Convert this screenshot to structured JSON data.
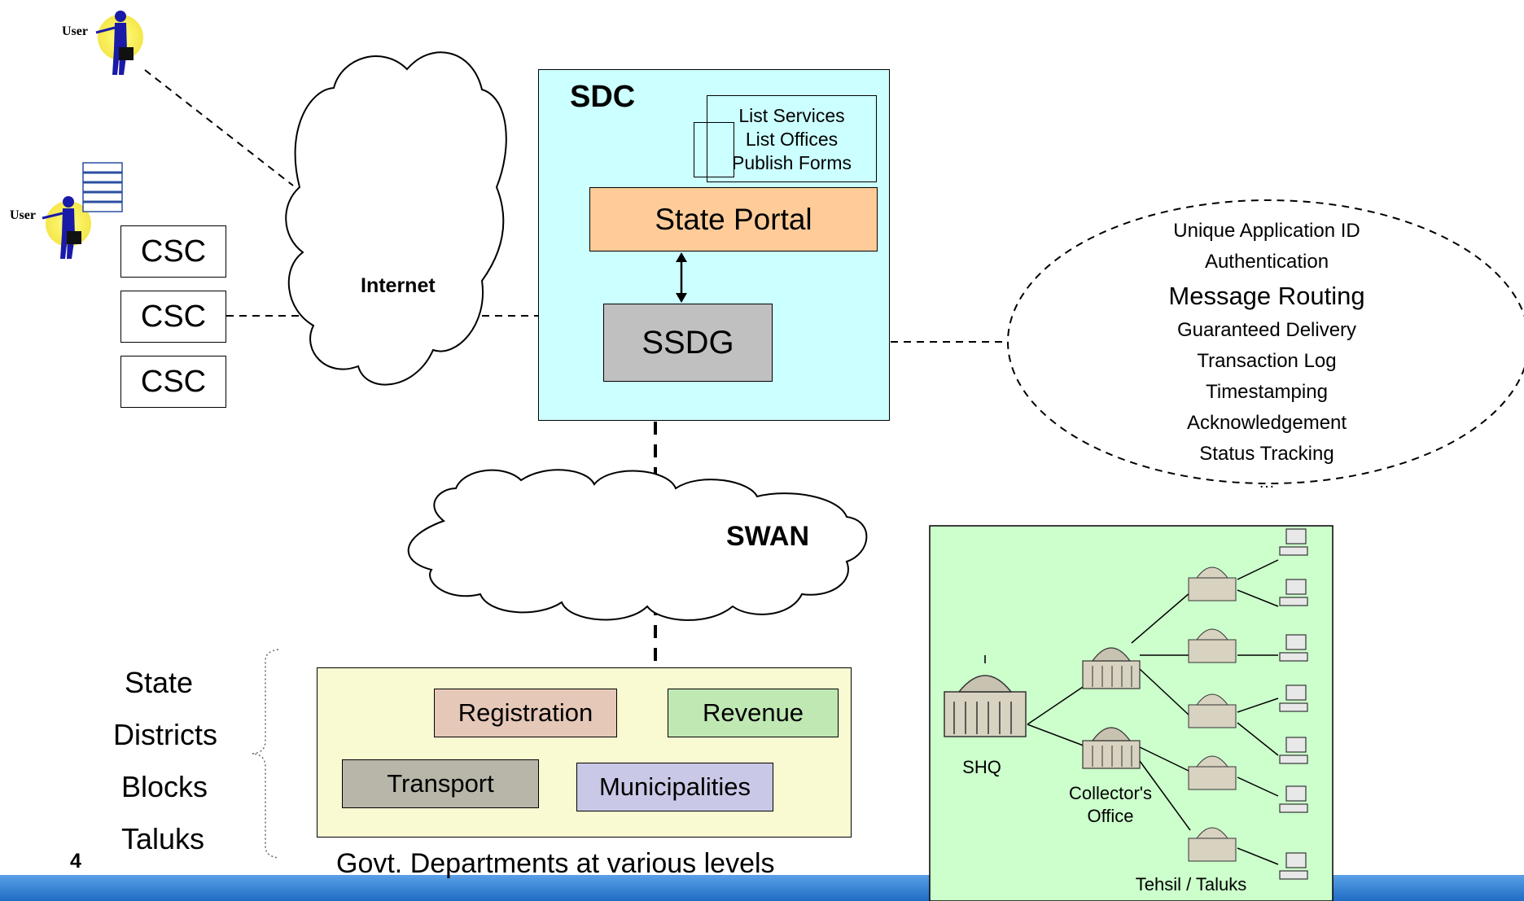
{
  "users": [
    {
      "label": "User"
    },
    {
      "label": "User"
    }
  ],
  "csc_boxes": [
    "CSC",
    "CSC",
    "CSC"
  ],
  "internet": {
    "label": "Internet"
  },
  "sdc": {
    "title": "SDC",
    "services": [
      "List Services",
      "List Offices",
      "Publish Forms"
    ],
    "state_portal": "State Portal",
    "ssdg": "SSDG"
  },
  "ssdg_features": {
    "items": [
      "Unique Application ID",
      "Authentication",
      "Message Routing",
      "Guaranteed Delivery",
      "Transaction Log",
      "Timestamping",
      "Acknowledgement",
      "Status Tracking"
    ],
    "more": "…"
  },
  "swan": {
    "label": "SWAN"
  },
  "levels": [
    "State",
    "Districts",
    "Blocks",
    "Taluks"
  ],
  "departments": {
    "items": [
      {
        "label": "Registration",
        "color": "#e6c8b8"
      },
      {
        "label": "Revenue",
        "color": "#bfe8b3"
      },
      {
        "label": "Transport",
        "color": "#b8b6a8"
      },
      {
        "label": "Municipalities",
        "color": "#c9c8e6"
      }
    ],
    "caption": "Govt. Departments at various levels"
  },
  "hierarchy": {
    "shq": "SHQ",
    "collector_line1": "Collector's",
    "collector_line2": "Office",
    "tehsil": "Tehsil / Taluks"
  },
  "slide_number": "4",
  "colors": {
    "sdc_bg": "#ccffff",
    "state_portal": "#ffcc99",
    "ssdg": "#c0c0c0",
    "departments_bg": "#f9f9d2",
    "hierarchy_bg": "#ccffcc",
    "footer_bar": "#2f7fd0"
  }
}
